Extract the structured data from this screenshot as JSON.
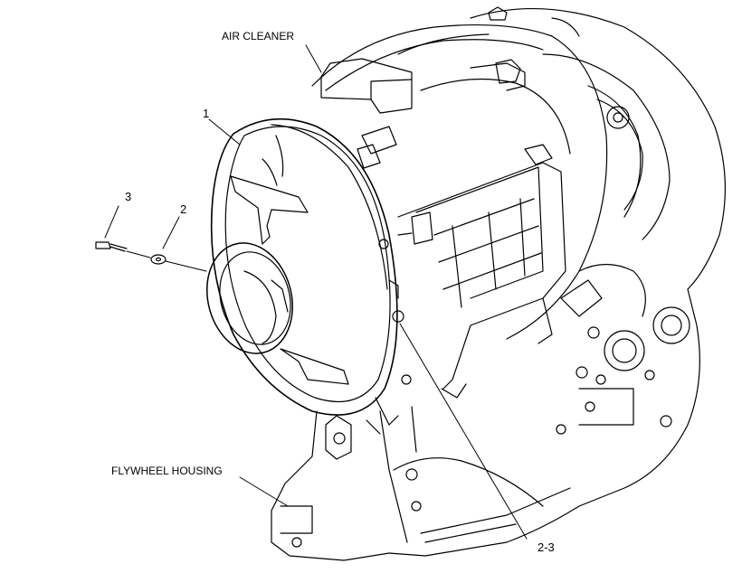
{
  "labels": {
    "air_cleaner": "AIR CLEANER",
    "flywheel_housing": "FLYWHEEL HOUSING",
    "callout_1": "1",
    "callout_2": "2",
    "callout_3": "3",
    "callout_2_3": "2-3"
  }
}
